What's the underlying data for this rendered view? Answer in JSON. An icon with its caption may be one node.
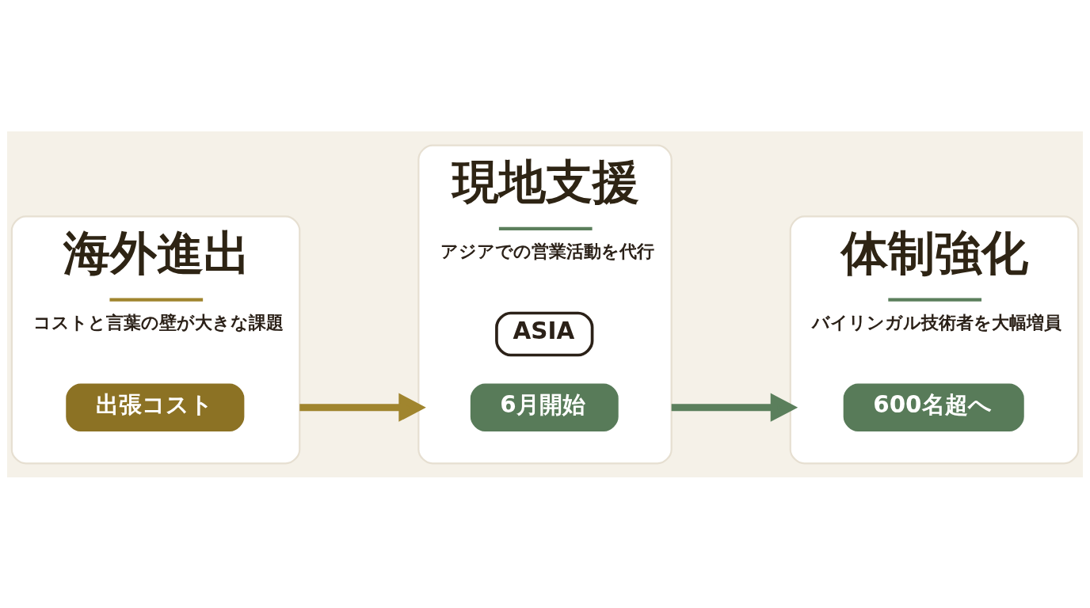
{
  "diagram": {
    "nodes": [
      {
        "text": [
          "海外進出",
          "コストと言葉の壁が大きな課題"
        ]
      },
      {
        "text": [
          "出張コスト"
        ],
        "in": 0
      },
      {
        "text": [
          "現地支援",
          "アジアでの営業活動を代行"
        ]
      },
      {
        "text": [
          "ASIA"
        ],
        "in": 2
      },
      {
        "text": [
          "6月開始"
        ],
        "in": 2
      },
      {
        "text": [
          "体制強化",
          "バイリンガル技術者を大幅増員"
        ]
      },
      {
        "text": [
          "600名超へ"
        ],
        "in": 5
      }
    ],
    "edges": [
      {
        "from": 0,
        "to": 2,
        "arrow": "to",
        "color": "#a0852e"
      },
      {
        "from": 2,
        "to": 5,
        "arrow": "to",
        "color": "#5b7f5c"
      }
    ]
  }
}
